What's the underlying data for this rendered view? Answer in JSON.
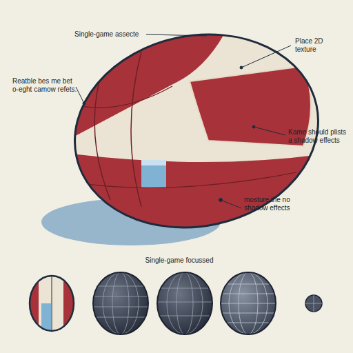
{
  "diagram": {
    "labels": [
      "Single-game assecte",
      "Place 2D texture",
      "Reatble bes me bet o-eght camow refets.",
      "Kame should plists a shadow effects",
      "mosture the no shadow effects",
      "Single-game focussed"
    ]
  }
}
